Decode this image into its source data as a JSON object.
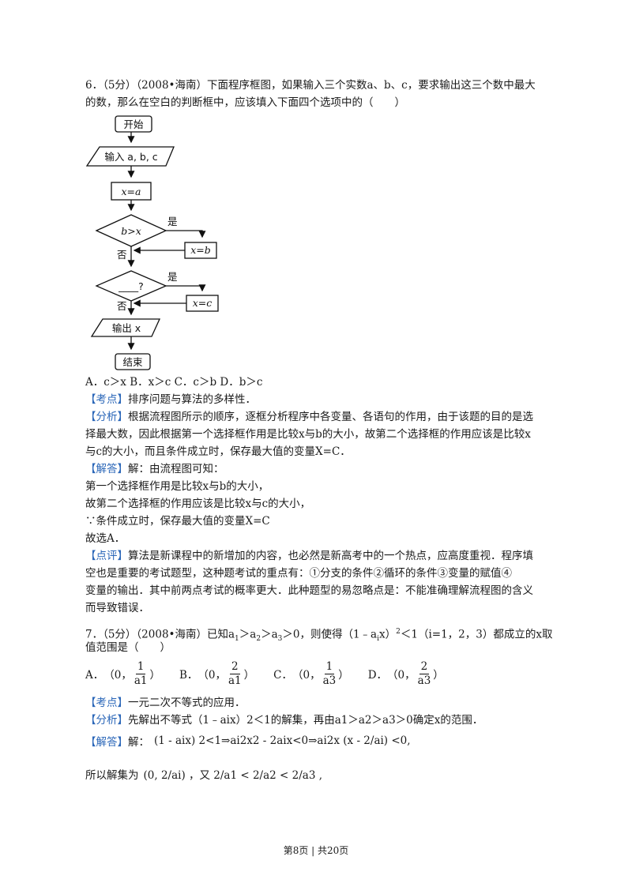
{
  "q6": {
    "line1": "6．（5分）（2008•海南）下面程序框图，如果输入三个实数a、b、c，要求输出这三个数中最大",
    "line2": "的数，那么在空白的判断框中，应该填入下面四个选项中的（　　）",
    "flow": {
      "start": "开始",
      "input": "输入 a, b, c",
      "assign1": "x=a",
      "cond1": "b>x",
      "yes": "是",
      "no": "否",
      "assign2": "x=b",
      "cond2": "____?",
      "assign3": "x=c",
      "output": "输出 x",
      "end": "结束"
    },
    "options": "A．c＞x B．x＞c C．c＞b D．b＞c",
    "kaodian_tag": "【考点】",
    "kaodian": "排序问题与算法的多样性．",
    "fenxi_tag": "【分析】",
    "fenxi1": "根据流程图所示的顺序，逐框分析程序中各变量、各语句的作用，由于该题的目的是选",
    "fenxi2": "择最大数，因此根据第一个选择框作用是比较x与b的大小，故第二个选择框的作用应该是比较x",
    "fenxi3": "与c的大小，而且条件成立时，保存最大值的变量X=C．",
    "jieda_tag": "【解答】",
    "jieda1": "解：由流程图可知：",
    "jieda2": "第一个选择框作用是比较x与b的大小，",
    "jieda3": "故第二个选择框的作用应该是比较x与c的大小，",
    "jieda4": "∵条件成立时，保存最大值的变量X=C",
    "jieda5": "故选A．",
    "dianping_tag": "【点评】",
    "dianping1": "算法是新课程中的新增加的内容，也必然是新高考中的一个热点，应高度重视．程序填",
    "dianping2": "空也是重要的考试题型，这种题考试的重点有：①分支的条件②循环的条件③变量的赋值④",
    "dianping3": "变量的输出．其中前两点考试的概率更大．此种题型的易忽略点是：不能准确理解流程图的含义",
    "dianping4": "而导致错误．"
  },
  "q7": {
    "line1_a": "7．（5分）（2008•海南）已知a",
    "line1_b": "＞a",
    "line1_c": "＞a",
    "line1_d": "＞0，则使得（1﹣a",
    "line1_e": "x）",
    "line1_f": "2",
    "line1_g": "＜1（i=1，2，3）都成立的x取",
    "line2": "值范围是（　　）",
    "options": [
      {
        "label": "A．",
        "open": "（0，",
        "num": "1",
        "den": "a1",
        "close": "）"
      },
      {
        "label": "B．",
        "open": "（0，",
        "num": "2",
        "den": "a1",
        "close": "）"
      },
      {
        "label": "C．",
        "open": "（0，",
        "num": "1",
        "den": "a3",
        "close": "）"
      },
      {
        "label": "D．",
        "open": "（0，",
        "num": "2",
        "den": "a3",
        "close": "）"
      }
    ],
    "kaodian_tag": "【考点】",
    "kaodian": "一元二次不等式的应用．",
    "fenxi_tag": "【分析】",
    "fenxi": "先解出不等式（1﹣aix）2＜1的解集，再由a1＞a2＞a3＞0确定x的范围．",
    "jieda_tag": "【解答】",
    "jieda_prefix": "解：",
    "jieda_expr": "(1 - aix) 2<1⇒ai2x2 - 2aix<0⇒ai2x (x - 2/ai) <0,",
    "jieda2_prefix": "所以解集为",
    "jieda2_expr": "(0, 2/ai) ，又 2/a1 < 2/a2 < 2/a3 ,"
  },
  "footer": "第8页 | 共20页"
}
